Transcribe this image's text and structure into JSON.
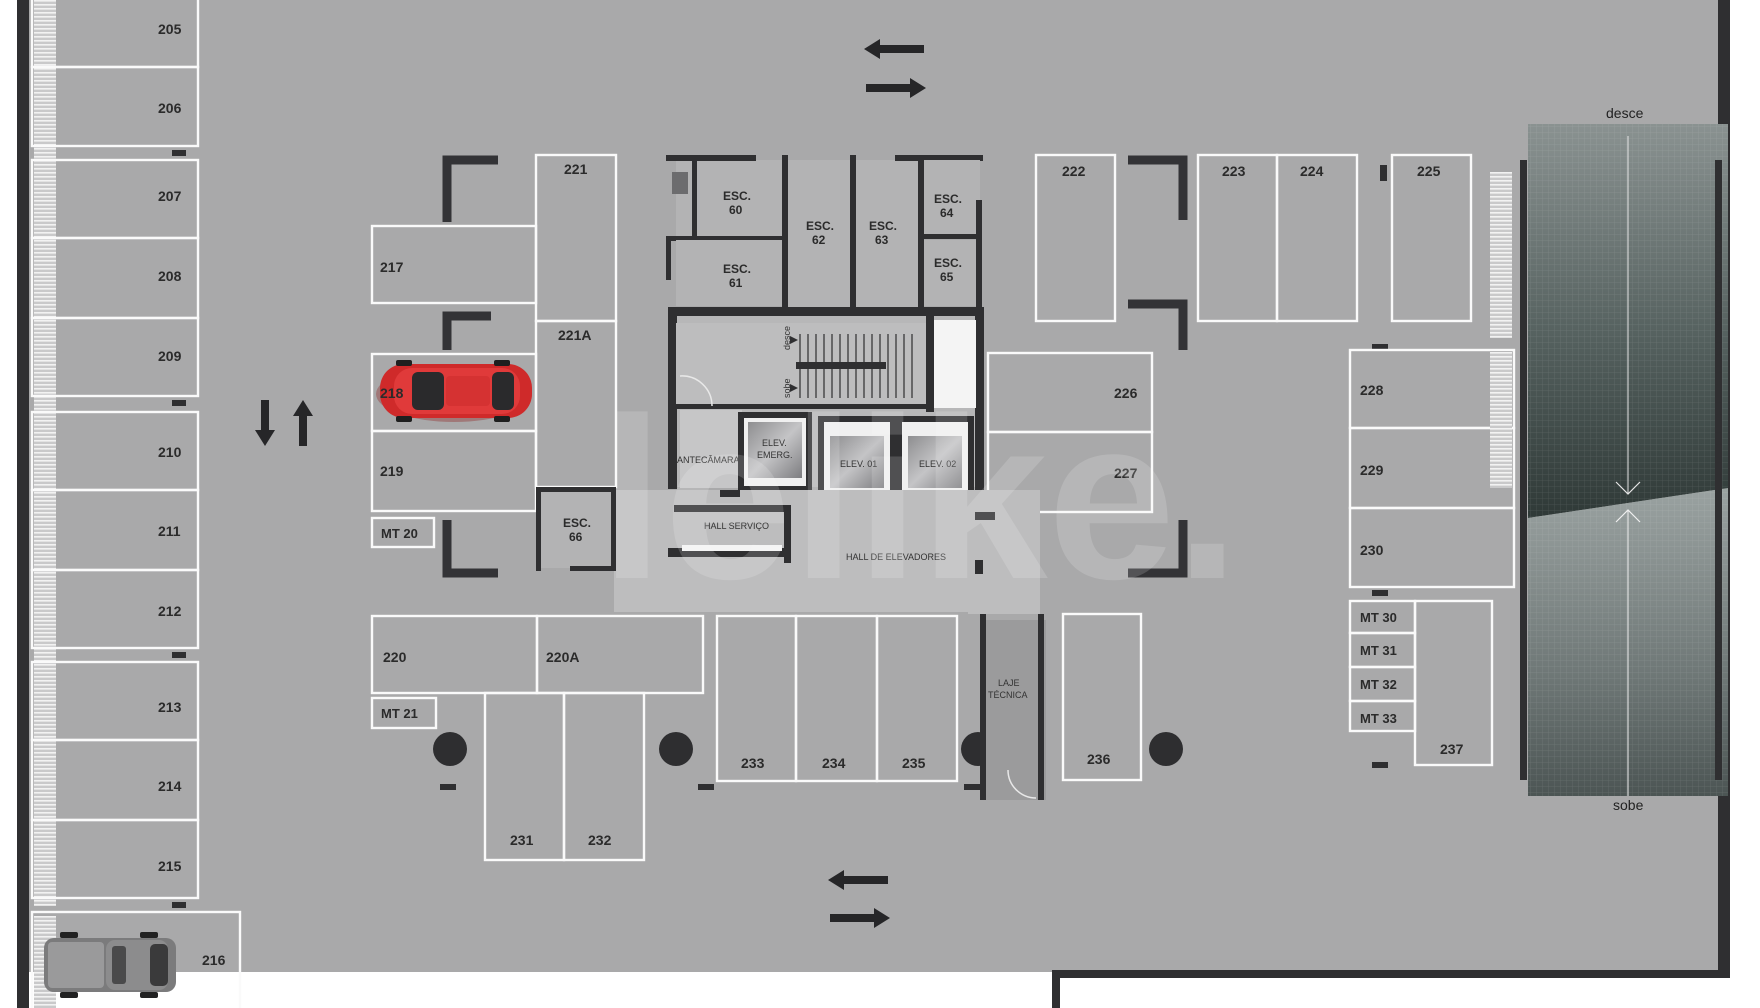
{
  "plan": {
    "colors": {
      "floor": "#a9a9aa",
      "wall": "#2f2f31",
      "slot_line": "#fafafa",
      "ramp_dark": "#3d4645",
      "ramp_light": "#8c9493",
      "car_red": "#cf2a2a",
      "truck_gray": "#8a8a8a"
    },
    "labels": {
      "desce": "desce",
      "sobe": "sobe",
      "stair_desce": "desce",
      "stair_sobe": "sobe",
      "antecamara": "ANTECÂMARA",
      "elev_emerg_1": "ELEV.",
      "elev_emerg_2": "EMERG.",
      "elev_01": "ELEV. 01",
      "elev_02": "ELEV. 02",
      "hall_servico": "HALL SERVIÇO",
      "hall_elevadores": "HALL DE ELEVADORES",
      "laje_1": "LAJE",
      "laje_2": "TÉCNICA",
      "watermark": "lelike."
    },
    "slots": {
      "s205": "205",
      "s206": "206",
      "s207": "207",
      "s208": "208",
      "s209": "209",
      "s210": "210",
      "s211": "211",
      "s212": "212",
      "s213": "213",
      "s214": "214",
      "s215": "215",
      "s216": "216",
      "s217": "217",
      "s218": "218",
      "s219": "219",
      "s220": "220",
      "s220a": "220A",
      "s221": "221",
      "s221a": "221A",
      "s222": "222",
      "s223": "223",
      "s224": "224",
      "s225": "225",
      "s226": "226",
      "s227": "227",
      "s228": "228",
      "s229": "229",
      "s230": "230",
      "s231": "231",
      "s232": "232",
      "s233": "233",
      "s234": "234",
      "s235": "235",
      "s236": "236",
      "s237": "237"
    },
    "motorcycles": {
      "mt20": "MT 20",
      "mt21": "MT 21",
      "mt30": "MT 30",
      "mt31": "MT 31",
      "mt32": "MT 32",
      "mt33": "MT 33"
    },
    "storage": {
      "e60": [
        "ESC.",
        "60"
      ],
      "e61": [
        "ESC.",
        "61"
      ],
      "e62": [
        "ESC.",
        "62"
      ],
      "e63": [
        "ESC.",
        "63"
      ],
      "e64": [
        "ESC.",
        "64"
      ],
      "e65": [
        "ESC.",
        "65"
      ],
      "e66": [
        "ESC.",
        "66"
      ]
    },
    "icons": [
      "car-icon",
      "pickup-truck-icon",
      "arrow-left-icon",
      "arrow-right-icon",
      "arrow-up-icon",
      "arrow-down-icon",
      "pillar-icon"
    ]
  }
}
